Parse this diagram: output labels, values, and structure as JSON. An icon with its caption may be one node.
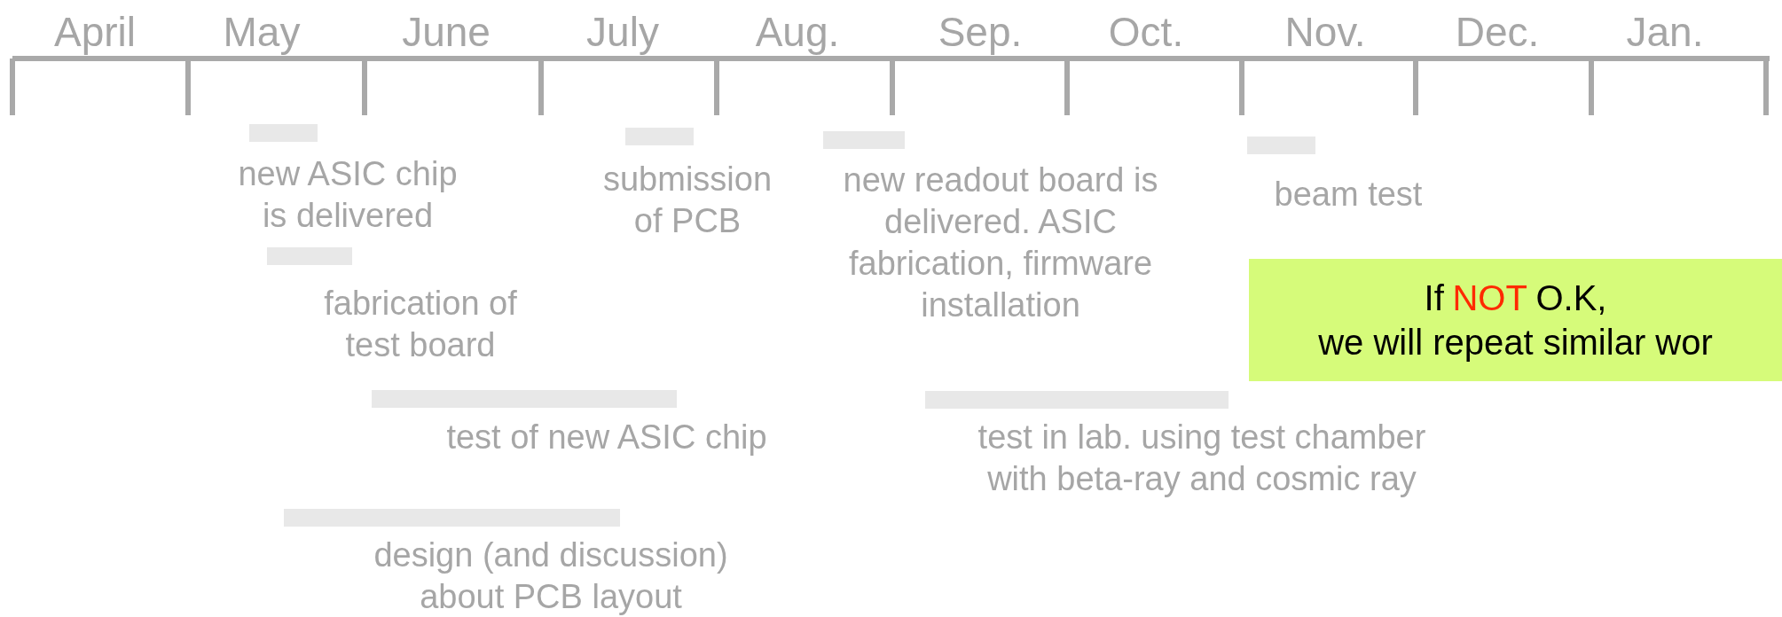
{
  "diagram": {
    "nodes": [
      {
        "text": [
          "new ASIC chip is delivered"
        ]
      },
      {
        "text": [
          "submission of PCB"
        ]
      },
      {
        "text": [
          "new readout board is delivered. ASIC fabrication, firmware installation"
        ]
      },
      {
        "text": [
          "beam test"
        ]
      },
      {
        "text": [
          "fabrication of test board"
        ]
      },
      {
        "text": [
          "test of new ASIC chip"
        ]
      },
      {
        "text": [
          "design (and discussion) about PCB layout"
        ]
      },
      {
        "text": [
          "test in lab. using test chamber with beta-ray and cosmic ray"
        ]
      },
      {
        "text": [
          "If",
          "NOT",
          "O.K,",
          "we will repeat similar wor"
        ]
      }
    ],
    "edges": [],
    "labels": [
      "April",
      "May",
      "June",
      "July",
      "Aug.",
      "Sep.",
      "Oct.",
      "Nov.",
      "Dec.",
      "Jan."
    ]
  }
}
